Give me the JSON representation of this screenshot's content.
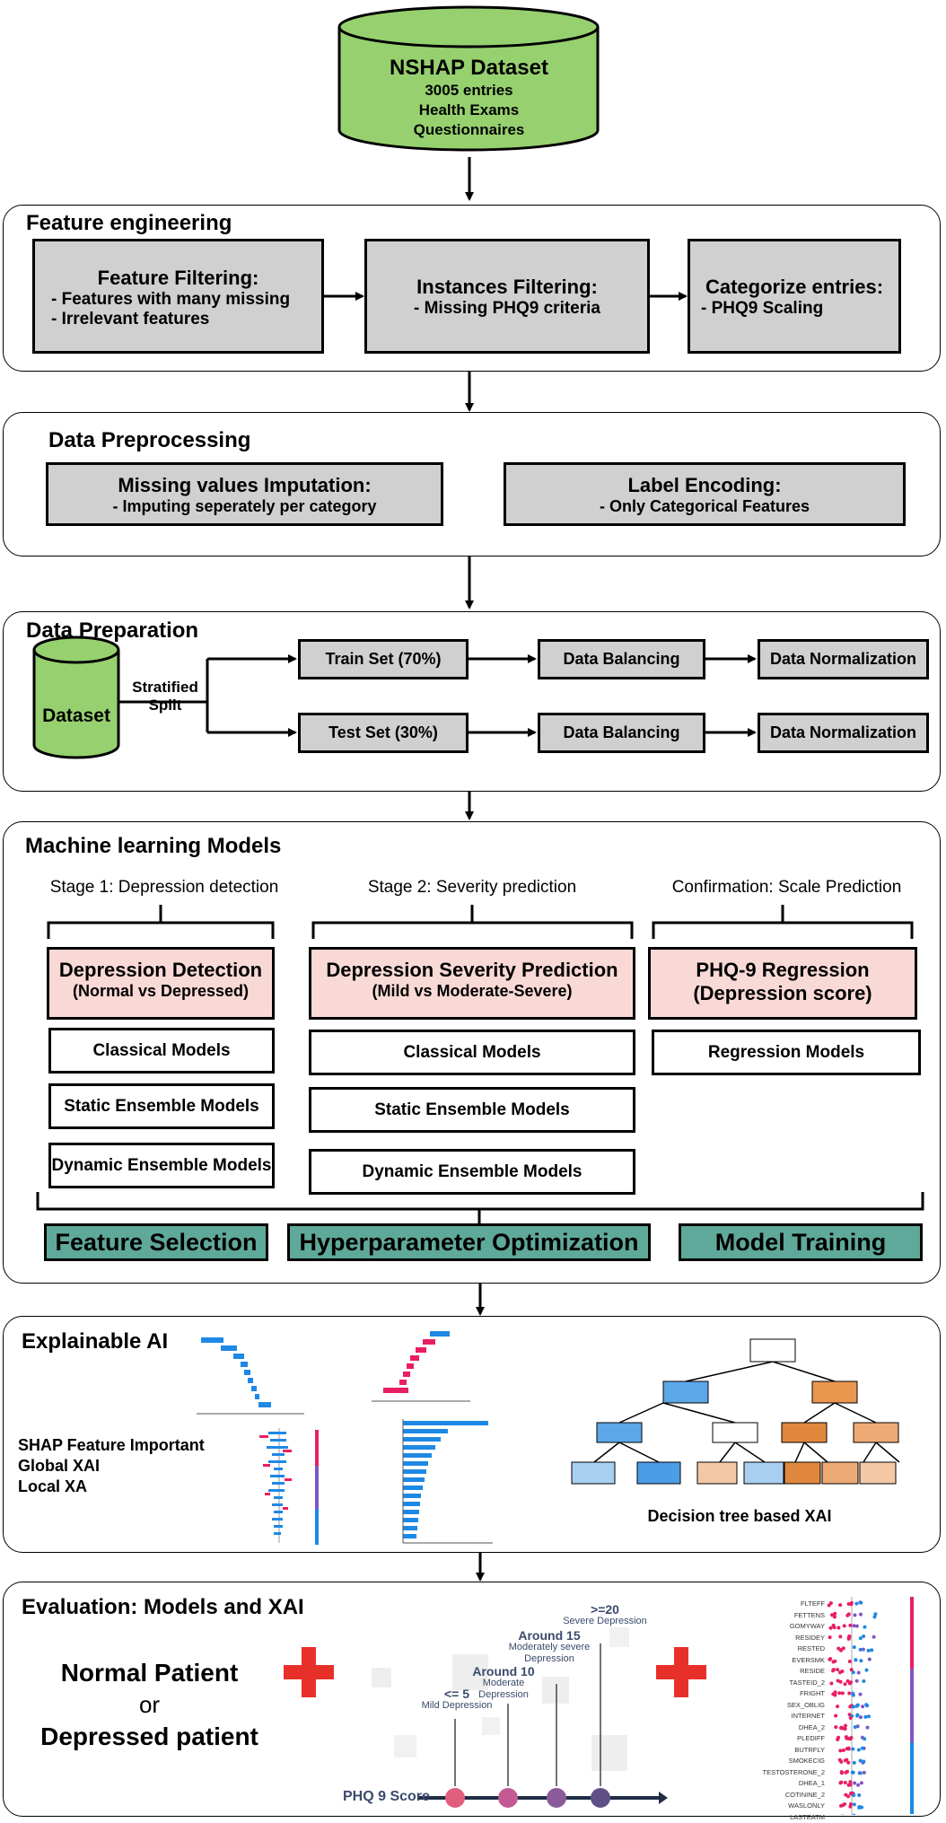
{
  "dataset": {
    "title": "NSHAP Dataset",
    "lines": [
      "3005 entries",
      "Health Exams",
      "Questionnaires"
    ],
    "fill": "#97d16f"
  },
  "feature_engineering": {
    "title": "Feature engineering",
    "box1": {
      "title": "Feature Filtering:",
      "lines": [
        "- Features with many missing",
        "- Irrelevant features"
      ]
    },
    "box2": {
      "title": "Instances Filtering:",
      "lines": [
        "- Missing PHQ9 criteria"
      ]
    },
    "box3": {
      "title": "Categorize entries:",
      "lines": [
        "- PHQ9 Scaling"
      ]
    }
  },
  "data_preprocessing": {
    "title": "Data Preprocessing",
    "box1": {
      "title": "Missing values Imputation:",
      "line": "- Imputing seperately per category"
    },
    "box2": {
      "title": "Label Encoding:",
      "line": "- Only Categorical Features"
    }
  },
  "data_preparation": {
    "title": "Data Preparation",
    "dataset_label": "Dataset",
    "split_label": [
      "Stratified",
      "Split"
    ],
    "train_set": "Train Set (70%)",
    "test_set": "Test Set (30%)",
    "balancing": "Data Balancing",
    "normalization": "Data Normalization"
  },
  "ml_models": {
    "title": "Machine learning Models",
    "stage1": {
      "header": "Stage 1: Depression detection",
      "target_title": "Depression Detection",
      "target_sub": "(Normal vs Depressed)",
      "models": [
        "Classical Models",
        "Static Ensemble Models",
        "Dynamic Ensemble Models"
      ]
    },
    "stage2": {
      "header": "Stage 2: Severity prediction",
      "target_title": "Depression Severity Prediction",
      "target_sub": "(Mild vs Moderate-Severe)",
      "models": [
        "Classical Models",
        "Static Ensemble Models",
        "Dynamic Ensemble Models"
      ]
    },
    "stage3": {
      "header": "Confirmation: Scale Prediction",
      "target_title": "PHQ-9 Regression",
      "target_sub": "(Depression score)",
      "models": [
        "Regression Models"
      ]
    },
    "pipeline": [
      "Feature Selection",
      "Hyperparameter Optimization",
      "Model Training"
    ],
    "pipeline_color": "#5fa99a",
    "target_color": "#f9d9d6"
  },
  "xai": {
    "title": "Explainable AI",
    "labels": [
      "SHAP Feature Important",
      "Global XAI",
      "Local XA"
    ],
    "tree_caption": "Decision tree based XAI"
  },
  "evaluation": {
    "title": "Evaluation: Models and XAI",
    "normal": "Normal Patient",
    "or": "or",
    "depressed": "Depressed patient",
    "phq_label": "PHQ 9 Score",
    "levels": [
      {
        "score": "<= 5",
        "desc": [
          "Mild Depression"
        ]
      },
      {
        "score": "Around 10",
        "desc": [
          "Moderate",
          "Depression"
        ]
      },
      {
        "score": "Around 15",
        "desc": [
          "Moderately severe",
          "Depression"
        ]
      },
      {
        "score": ">=20",
        "desc": [
          "Severe Depression"
        ]
      }
    ],
    "plus_color": "#e8302b",
    "shap_features": [
      "FLTEFF",
      "FETTENS",
      "GOMYWAY",
      "RESIDEY",
      "RESTED",
      "EVERSMK",
      "RESIDE",
      "TASTEID_2",
      "FRIGHT",
      "SEX_OBLIG",
      "INTERNET",
      "DHEA_2",
      "PLEDIFF",
      "BUTRFLY",
      "SMOKECIG",
      "TESTOSTERONE_2",
      "DHEA_1",
      "COTININE_2",
      "WASLONLY",
      "LASTEATM"
    ]
  }
}
